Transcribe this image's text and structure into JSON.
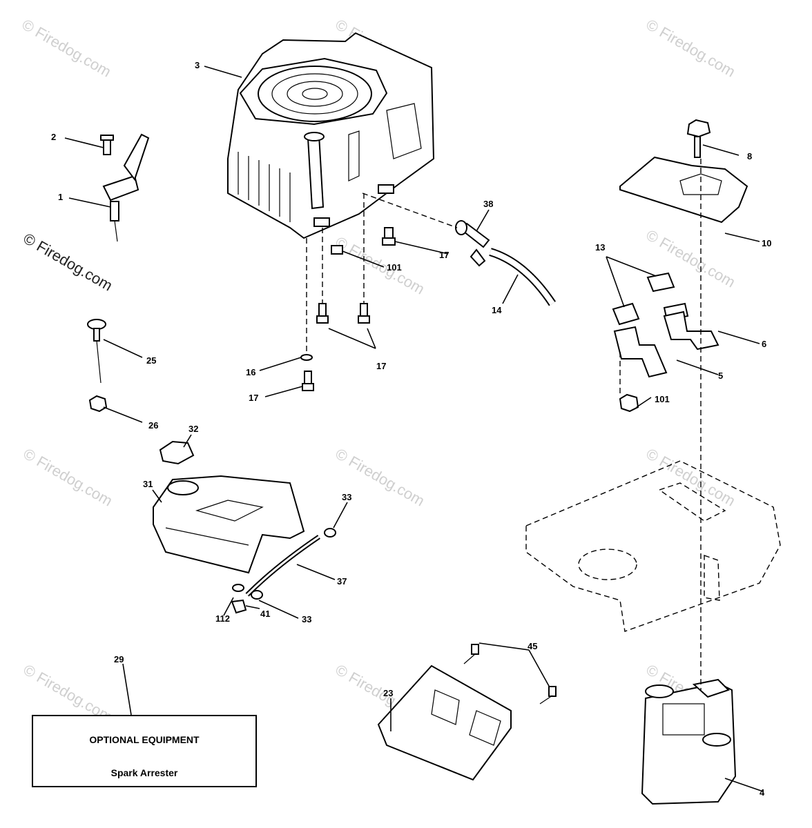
{
  "watermark": {
    "text": "© Firedog.com"
  },
  "callouts": {
    "c1": "1",
    "c2": "2",
    "c3": "3",
    "c4": "4",
    "c5": "5",
    "c6": "6",
    "c8": "8",
    "c10": "10",
    "c13": "13",
    "c14": "14",
    "c16": "16",
    "c17a": "17",
    "c17b": "17",
    "c17c": "17",
    "c23": "23",
    "c25": "25",
    "c26": "26",
    "c29": "29",
    "c31": "31",
    "c32": "32",
    "c33a": "33",
    "c33b": "33",
    "c37": "37",
    "c38": "38",
    "c41": "41",
    "c45": "45",
    "c101a": "101",
    "c101b": "101",
    "c112": "112"
  },
  "optional_box": {
    "title": "OPTIONAL EQUIPMENT",
    "subtitle": "Spark Arrester"
  }
}
